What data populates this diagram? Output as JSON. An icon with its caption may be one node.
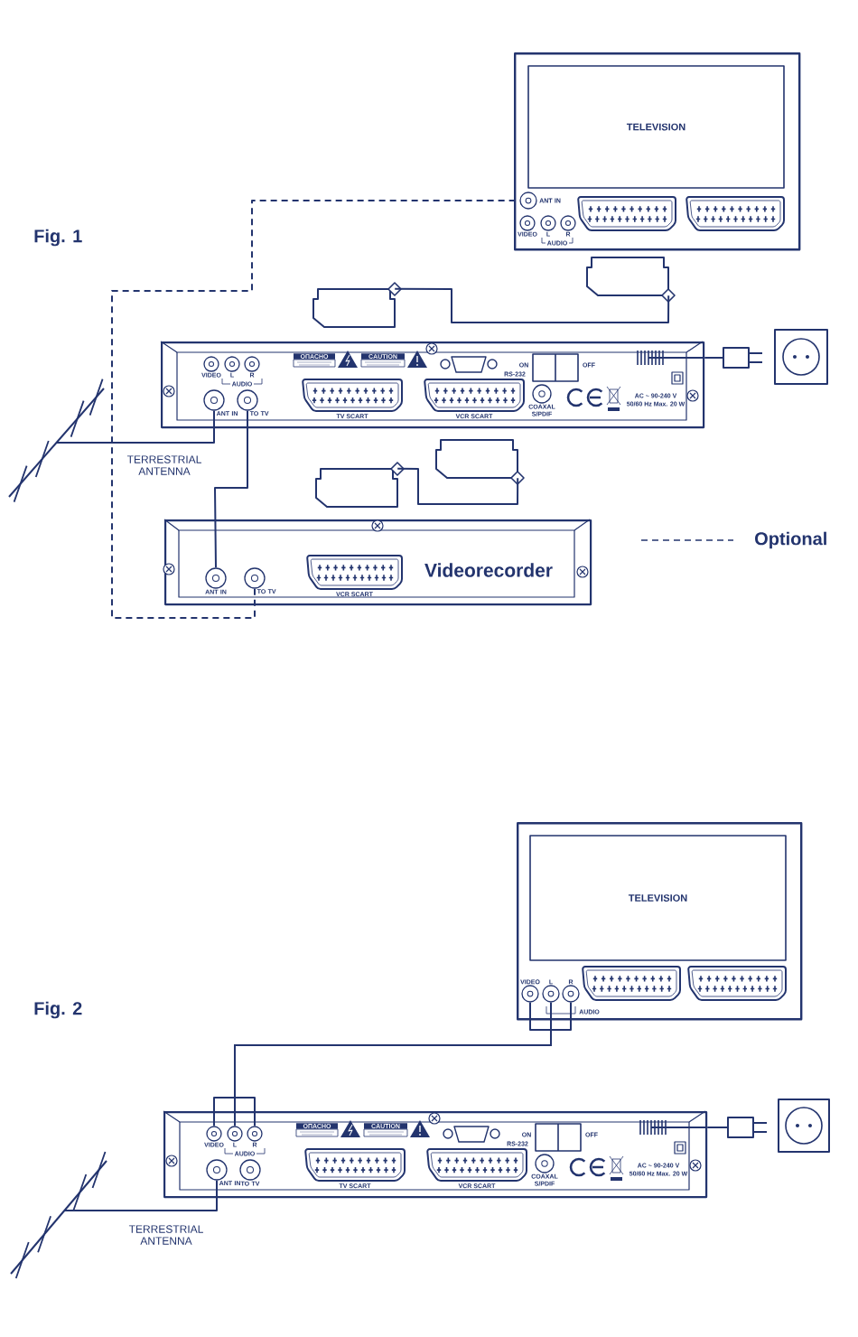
{
  "diagram": {
    "nodes": [
      {
        "text": [
          "TELEVISION"
        ]
      },
      {
        "text": [
          "ANT IN"
        ],
        "in": 0
      },
      {
        "text": [
          "VIDEO"
        ],
        "in": 0
      },
      {
        "text": [
          "L"
        ],
        "in": 0
      },
      {
        "text": [
          "R"
        ],
        "in": 0
      },
      {
        "text": [],
        "shape": "plug"
      },
      {
        "text": [],
        "shape": "box"
      },
      {
        "text": [
          "VIDEO"
        ],
        "in": 6
      },
      {
        "text": [
          "L"
        ],
        "in": 6
      },
      {
        "text": [
          "R"
        ],
        "in": 6
      },
      {
        "text": [
          "ANT IN"
        ],
        "in": 6
      },
      {
        "text": [
          "TO TV"
        ],
        "in": 6
      },
      {
        "text": [
          "TV SCART"
        ],
        "in": 6
      },
      {
        "text": [
          "VCR SCART"
        ],
        "in": 6
      },
      {
        "text": [
          "COAXAL S/PDIF"
        ],
        "in": 6
      },
      {
        "text": [],
        "shape": "plug"
      },
      {
        "text": [],
        "shape": "plug"
      },
      {
        "text": [],
        "shape": "antenna",
        "beside": [
          "TERRESTRIAL ANTENNA"
        ]
      },
      {
        "text": [],
        "shape": "plug"
      },
      {
        "text": [],
        "shape": "plug"
      },
      {
        "text": [
          "Videorecorder"
        ]
      },
      {
        "text": [
          "ANT IN"
        ],
        "in": 20
      },
      {
        "text": [
          "TO TV"
        ],
        "in": 20
      },
      {
        "text": [
          "VCR SCART"
        ],
        "in": 20
      },
      {
        "text": [
          "TELEVISION"
        ]
      },
      {
        "text": [
          "VIDEO"
        ],
        "in": 24
      },
      {
        "text": [
          "L"
        ],
        "in": 24
      },
      {
        "text": [
          "R"
        ],
        "in": 24
      },
      {
        "text": [],
        "shape": "box"
      },
      {
        "text": [
          "VIDEO"
        ],
        "in": 28
      },
      {
        "text": [
          "L"
        ],
        "in": 28
      },
      {
        "text": [
          "R"
        ],
        "in": 28
      },
      {
        "text": [
          "ANT IN"
        ],
        "in": 28
      },
      {
        "text": [
          "TO TV"
        ],
        "in": 28
      },
      {
        "text": [
          "TV SCART"
        ],
        "in": 28
      },
      {
        "text": [
          "VCR SCART"
        ],
        "in": 28
      },
      {
        "text": [
          "COAXAL S/PDIF"
        ],
        "in": 28
      },
      {
        "text": [],
        "shape": "plug"
      },
      {
        "text": [],
        "shape": "antenna",
        "beside": [
          "TERRESTRIAL ANTENNA"
        ]
      },
      {
        "text": [],
        "shape": "socket",
        "in": 0
      },
      {
        "text": [],
        "shape": "socket",
        "in": 0
      },
      {
        "text": [],
        "shape": "socket",
        "in": 24
      },
      {
        "text": [],
        "shape": "socket",
        "in": 24
      }
    ],
    "edges": [
      {
        "from": 17,
        "to": 10,
        "arrow": "none"
      },
      {
        "from": 11,
        "to": 21,
        "arrow": "none"
      },
      {
        "from": 22,
        "to": 1,
        "arrow": "none",
        "style": "dashed"
      },
      {
        "from": 15,
        "to": 5,
        "arrow": "none"
      },
      {
        "from": 18,
        "to": 19,
        "arrow": "none"
      },
      {
        "from": 6,
        "to": 16,
        "arrow": "none"
      },
      {
        "from": 38,
        "to": 32,
        "arrow": "none"
      },
      {
        "from": 29,
        "to": 25,
        "arrow": "none"
      },
      {
        "from": 30,
        "to": 26,
        "arrow": "none"
      },
      {
        "from": 31,
        "to": 27,
        "arrow": "none"
      },
      {
        "from": 28,
        "to": 37,
        "arrow": "none"
      }
    ],
    "labels": [
      "Fig. 1",
      "AUDIO",
      "AUDIO",
      "ОПАСНО",
      "CAUTION",
      "RS-232",
      "ON",
      "OFF",
      "AC ~ 90-240 V",
      "50/60 Hz Max. 20 W",
      "Fig. 2",
      "AUDIO",
      "AUDIO",
      "ОПАСНО",
      "CAUTION",
      "RS-232",
      "ON",
      "OFF",
      "AC ~ 90-240 V",
      "50/60 Hz Max. 20 W"
    ],
    "legend": [
      {
        "text": "Optional"
      }
    ]
  }
}
